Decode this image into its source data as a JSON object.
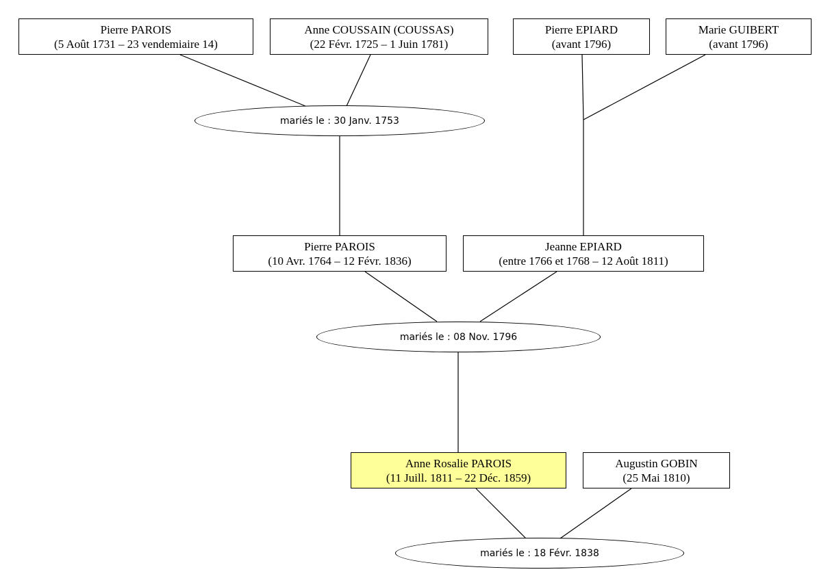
{
  "colors": {
    "highlight": "#ffff99",
    "line": "#000000"
  },
  "people": {
    "p_parois_1731": {
      "name": "Pierre PAROIS",
      "dates": "(5 Août 1731 – 23 vendemiaire 14)"
    },
    "a_coussain": {
      "name": "Anne COUSSAIN (COUSSAS)",
      "dates": "(22 Févr. 1725 – 1 Juin 1781)"
    },
    "p_epiard": {
      "name": "Pierre EPIARD",
      "dates": "(avant 1796)"
    },
    "m_guibert": {
      "name": "Marie GUIBERT",
      "dates": "(avant 1796)"
    },
    "p_parois_1764": {
      "name": "Pierre PAROIS",
      "dates": "(10 Avr. 1764 – 12 Févr. 1836)"
    },
    "j_epiard": {
      "name": "Jeanne EPIARD",
      "dates": "(entre 1766 et 1768 – 12 Août 1811)"
    },
    "ar_parois": {
      "name": "Anne Rosalie PAROIS",
      "dates": "(11 Juill. 1811 – 22 Déc. 1859)"
    },
    "a_gobin": {
      "name": "Augustin GOBIN",
      "dates": "(25 Mai 1810)"
    }
  },
  "marriages": {
    "m1753": "mariés le : 30 Janv. 1753",
    "m1796": "mariés le : 08 Nov. 1796",
    "m1838": "mariés le : 18 Févr. 1838"
  }
}
